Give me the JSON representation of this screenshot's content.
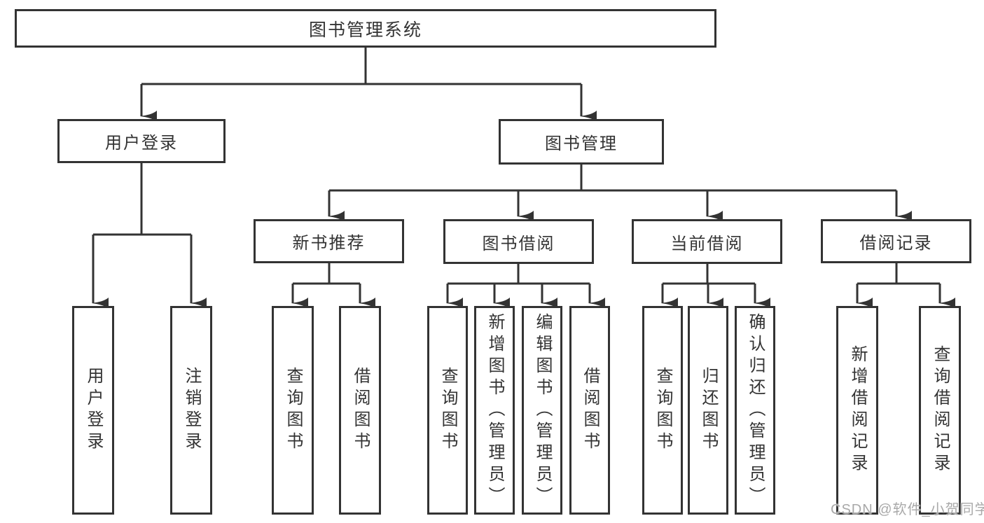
{
  "diagram": {
    "title": "图书管理系统",
    "level2": {
      "user_login": "用户登录",
      "book_mgmt": "图书管理"
    },
    "level3": {
      "new_books": "新书推荐",
      "book_borrow": "图书借阅",
      "current_borrow": "当前借阅",
      "borrow_records": "借阅记录"
    },
    "leaves": {
      "user_login_1": "用户登录",
      "user_login_2": "注销登录",
      "new_books_1": "查询图书",
      "new_books_2": "借阅图书",
      "book_borrow_1": "查询图书",
      "book_borrow_2": "新增图书（管理员）",
      "book_borrow_3": "编辑图书（管理员）",
      "book_borrow_4": "借阅图书",
      "current_borrow_1": "查询图书",
      "current_borrow_2": "归还图书",
      "current_borrow_3": "确认归还（管理员）",
      "borrow_records_1": "新增借阅记录",
      "borrow_records_2": "查询借阅记录"
    }
  },
  "watermark": "CSDN @软件_小贺同学",
  "colors": {
    "line": "#333333",
    "text": "#333333",
    "background": "#ffffff",
    "watermark": "#a9a9a9"
  }
}
